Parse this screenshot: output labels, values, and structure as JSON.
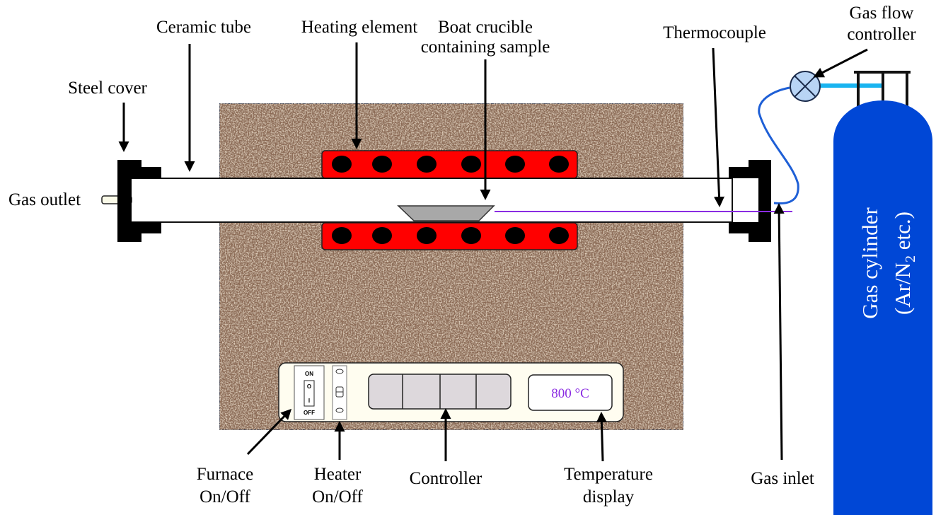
{
  "labels": {
    "steel_cover": "Steel cover",
    "ceramic_tube": "Ceramic tube",
    "heating_element": "Heating element",
    "boat_crucible_line1": "Boat crucible",
    "boat_crucible_line2": "containing sample",
    "thermocouple": "Thermocouple",
    "gas_flow_controller_line1": "Gas flow",
    "gas_flow_controller_line2": "controller",
    "gas_outlet": "Gas outlet",
    "furnace_onoff_line1": "Furnace",
    "furnace_onoff_line2": "On/Off",
    "heater_onoff_line1": "Heater",
    "heater_onoff_line2": "On/Off",
    "controller": "Controller",
    "temperature_display_line1": "Temperature",
    "temperature_display_line2": "display",
    "gas_inlet": "Gas inlet"
  },
  "cylinder": {
    "line1": "Gas cylinder",
    "line2_prefix": "(Ar/N",
    "line2_sub": "2",
    "line2_suffix": " etc.)"
  },
  "panel": {
    "switch_on": "ON",
    "switch_off": "OFF",
    "switch_o": "O",
    "switch_i": "I",
    "temperature_value": "800 °C"
  },
  "colors": {
    "furnace_body": "#8b6b55",
    "heating_element": "#ff0000",
    "cylinder": "#0047d6",
    "thermocouple": "#8a2be2",
    "gas_line": "#1e5fd6",
    "regulator_pipe": "#19b4f0",
    "valve": "#b8d4f5"
  }
}
